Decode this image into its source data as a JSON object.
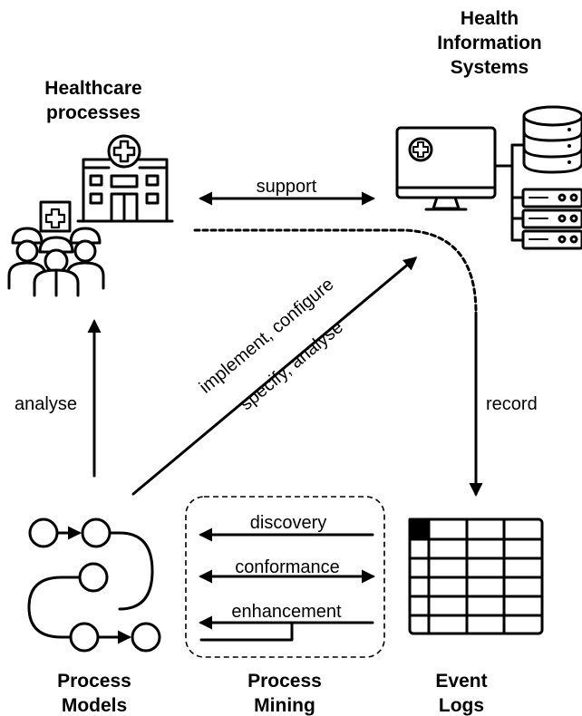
{
  "titles": {
    "healthcare_line1": "Healthcare",
    "healthcare_line2": "processes",
    "his_line1": "Health",
    "his_line2": "Information",
    "his_line3": "Systems",
    "pm_models_line1": "Process",
    "pm_models_line2": "Models",
    "pm_mining_line1": "Process",
    "pm_mining_line2": "Mining",
    "event_logs_line1": "Event",
    "event_logs_line2": "Logs"
  },
  "edges": {
    "support": "support",
    "record": "record",
    "analyse": "analyse",
    "implement": "implement, configure",
    "specify": "specify, analyse"
  },
  "mining_ops": {
    "discovery": "discovery",
    "conformance": "conformance",
    "enhancement": "enhancement"
  }
}
